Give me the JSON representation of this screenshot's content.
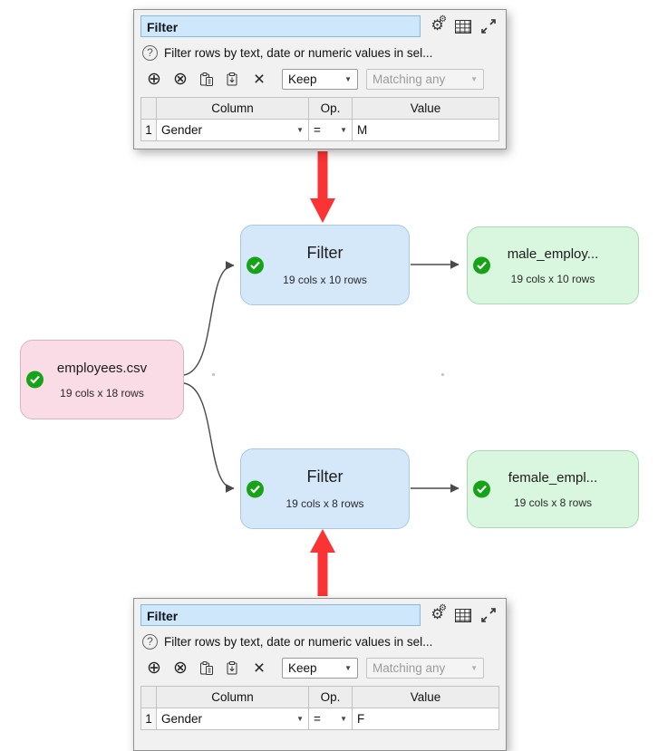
{
  "icons": {
    "gear": "⚙",
    "help": "?",
    "add": "⊕",
    "remove": "⊗",
    "delete": "×",
    "dropdown": "▼"
  },
  "panel_top": {
    "title": "Filter",
    "help_text": "Filter rows by text, date or numeric values in sel...",
    "keep_value": "Keep",
    "matching_value": "Matching any",
    "headers": {
      "column": "Column",
      "op": "Op.",
      "value": "Value"
    },
    "row": {
      "num": "1",
      "column": "Gender",
      "op": "=",
      "value": "M"
    }
  },
  "panel_bottom": {
    "title": "Filter",
    "help_text": "Filter rows by text, date or numeric values in sel...",
    "keep_value": "Keep",
    "matching_value": "Matching any",
    "headers": {
      "column": "Column",
      "op": "Op.",
      "value": "Value"
    },
    "row": {
      "num": "1",
      "column": "Gender",
      "op": "=",
      "value": "F"
    }
  },
  "canvas": {
    "nodes": {
      "source": {
        "label": "employees.csv",
        "meta": "19 cols x 18 rows"
      },
      "filter_top": {
        "label": "Filter",
        "meta": "19 cols x 10 rows"
      },
      "output_top": {
        "label": "male_employ...",
        "meta": "19 cols x 10 rows"
      },
      "filter_bottom": {
        "label": "Filter",
        "meta": "19 cols x 8 rows"
      },
      "output_bottom": {
        "label": "female_empl...",
        "meta": "19 cols x 8 rows"
      }
    }
  },
  "colors": {
    "title_highlight": "#cfe7fb",
    "node_source": "#f9dce6",
    "node_filter": "#d4e8fa",
    "node_output": "#d9f6de",
    "status_ok_green": "#17a317",
    "annotation_arrow_red": "#fa3434"
  }
}
